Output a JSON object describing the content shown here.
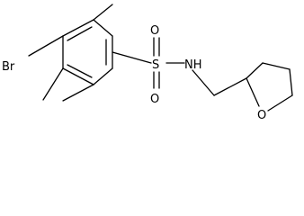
{
  "molecule": {
    "atoms": {
      "br": "Br",
      "s": "S",
      "o_top": "O",
      "o_bottom": "O",
      "nh": "NH",
      "o_ring": "O"
    }
  }
}
